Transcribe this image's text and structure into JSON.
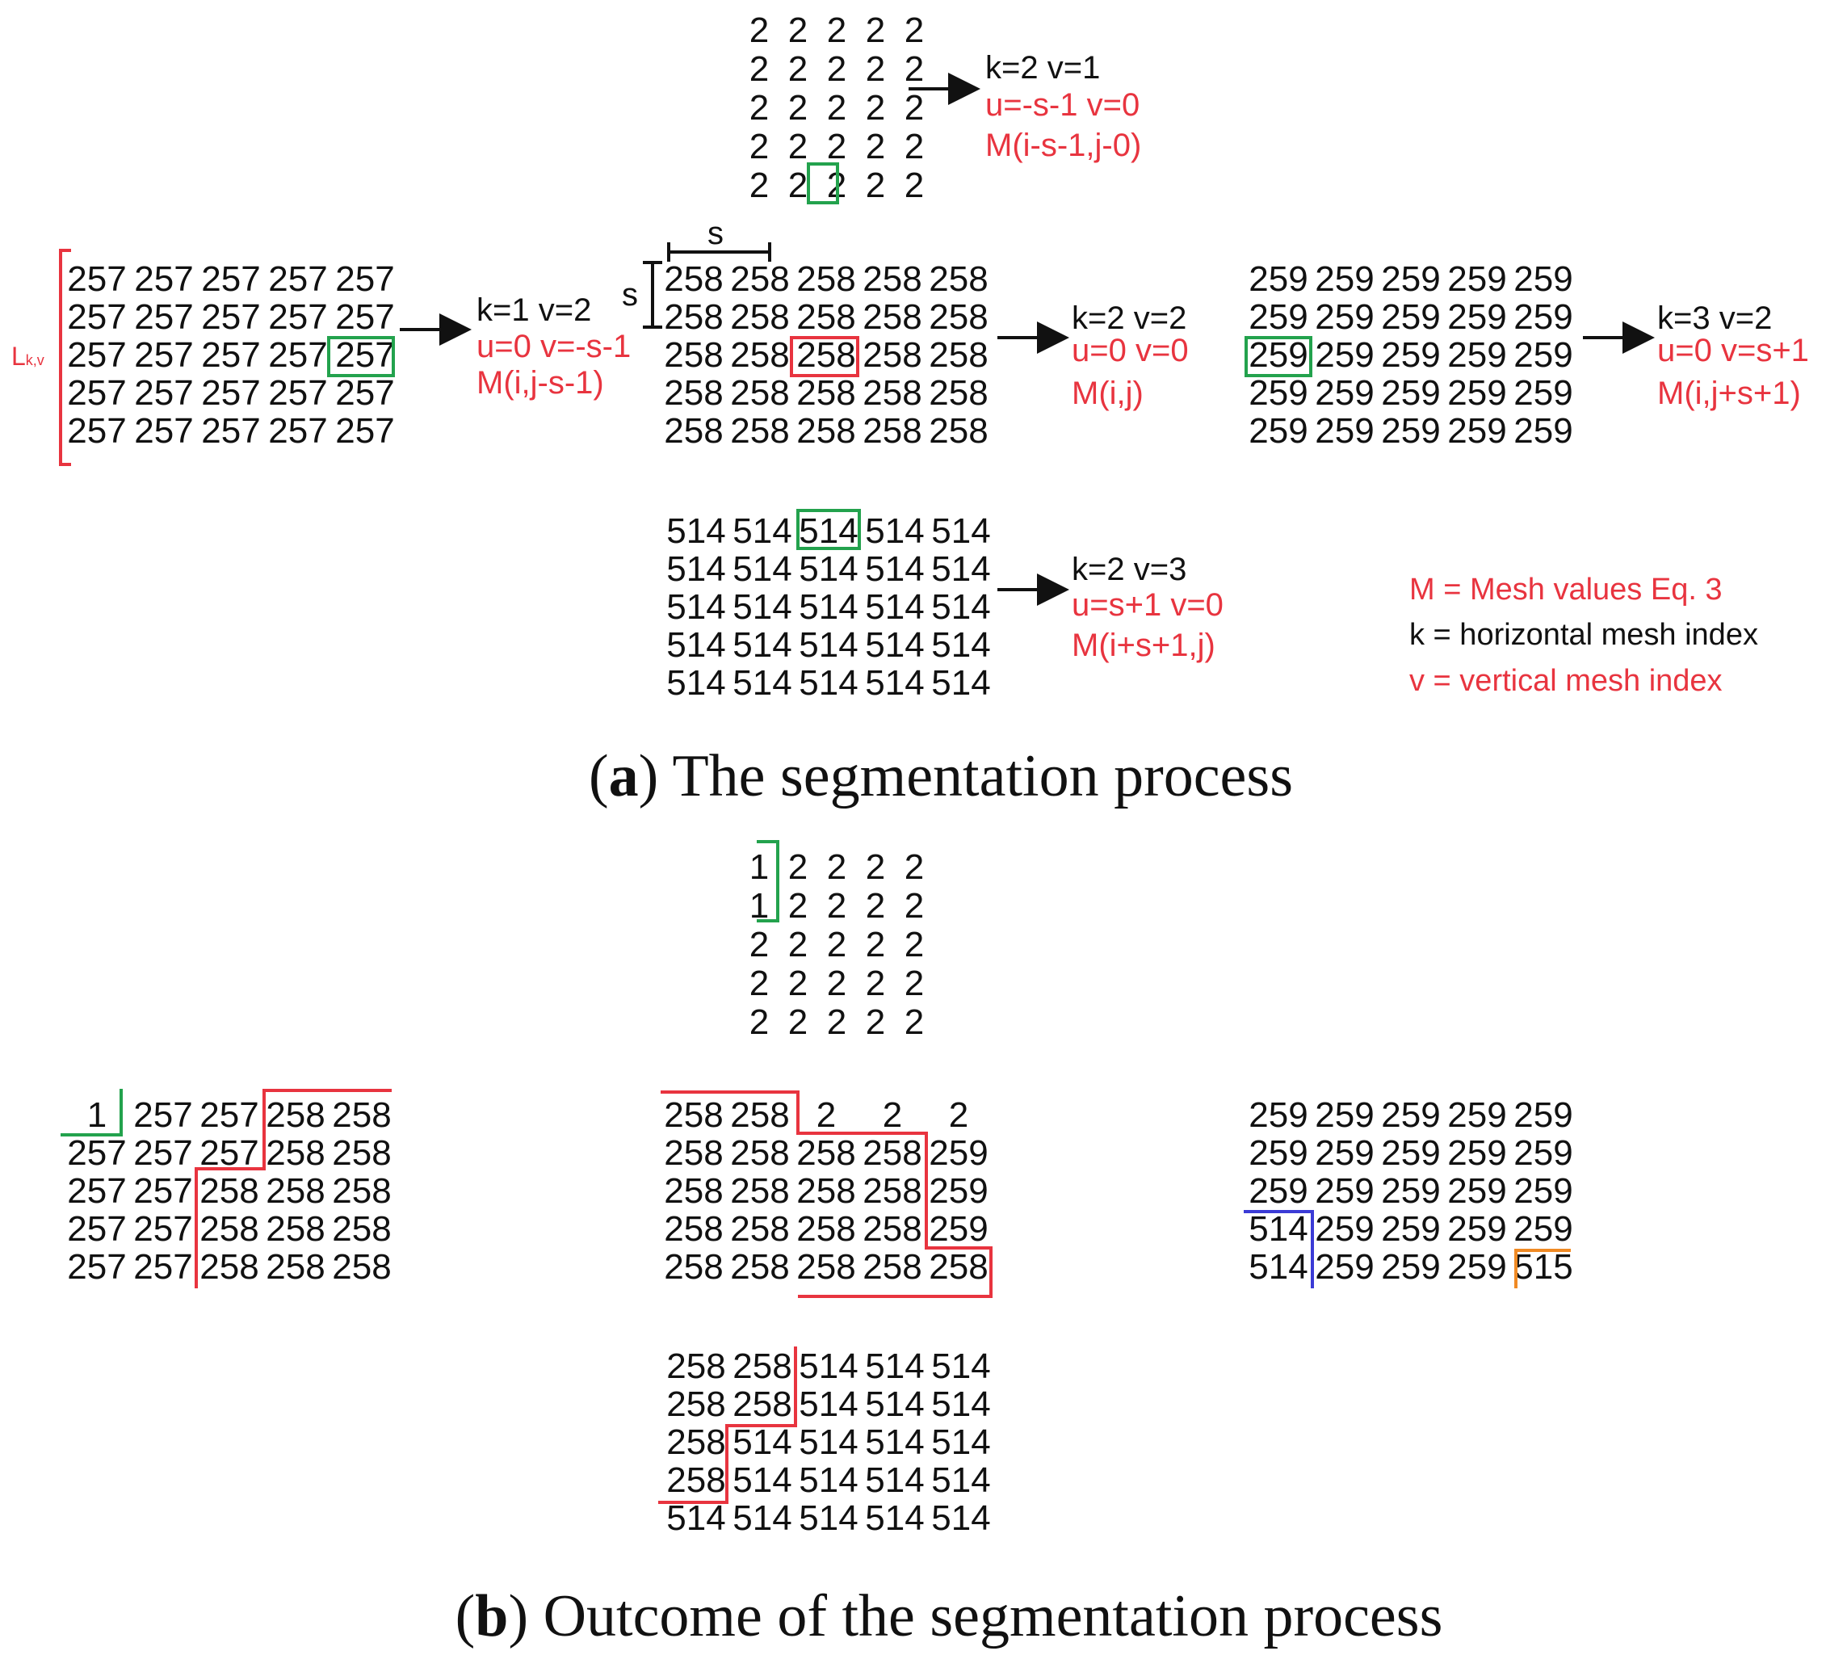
{
  "colors": {
    "red": "#e8343f",
    "green": "#23a24d",
    "blue": "#3b3bd6",
    "orange": "#f08a24",
    "black": "#111111"
  },
  "panel_a": {
    "caption_letter": "a",
    "caption_text": ") The segmentation process",
    "s_label": "s",
    "L_label_main": "L",
    "L_label_sub": "k,v",
    "grids": {
      "top": [
        [
          "2",
          "2",
          "2",
          "2",
          "2"
        ],
        [
          "2",
          "2",
          "2",
          "2",
          "2"
        ],
        [
          "2",
          "2",
          "2",
          "2",
          "2"
        ],
        [
          "2",
          "2",
          "2",
          "2",
          "2"
        ],
        [
          "2",
          "2",
          "2",
          "2",
          "2"
        ]
      ],
      "left": [
        [
          "257",
          "257",
          "257",
          "257",
          "257"
        ],
        [
          "257",
          "257",
          "257",
          "257",
          "257"
        ],
        [
          "257",
          "257",
          "257",
          "257",
          "257"
        ],
        [
          "257",
          "257",
          "257",
          "257",
          "257"
        ],
        [
          "257",
          "257",
          "257",
          "257",
          "257"
        ]
      ],
      "center": [
        [
          "258",
          "258",
          "258",
          "258",
          "258"
        ],
        [
          "258",
          "258",
          "258",
          "258",
          "258"
        ],
        [
          "258",
          "258",
          "258",
          "258",
          "258"
        ],
        [
          "258",
          "258",
          "258",
          "258",
          "258"
        ],
        [
          "258",
          "258",
          "258",
          "258",
          "258"
        ]
      ],
      "right": [
        [
          "259",
          "259",
          "259",
          "259",
          "259"
        ],
        [
          "259",
          "259",
          "259",
          "259",
          "259"
        ],
        [
          "259",
          "259",
          "259",
          "259",
          "259"
        ],
        [
          "259",
          "259",
          "259",
          "259",
          "259"
        ],
        [
          "259",
          "259",
          "259",
          "259",
          "259"
        ]
      ],
      "bottom": [
        [
          "514",
          "514",
          "514",
          "514",
          "514"
        ],
        [
          "514",
          "514",
          "514",
          "514",
          "514"
        ],
        [
          "514",
          "514",
          "514",
          "514",
          "514"
        ],
        [
          "514",
          "514",
          "514",
          "514",
          "514"
        ],
        [
          "514",
          "514",
          "514",
          "514",
          "514"
        ]
      ]
    },
    "annotations": {
      "top": {
        "kv": "k=2  v=1",
        "uv": "u=-s-1 v=0",
        "m": "M(i-s-1,j-0)"
      },
      "left": {
        "kv": "k=1 v=2",
        "uv": "u=0 v=-s-1",
        "m": "M(i,j-s-1)"
      },
      "center": {
        "kv": "k=2 v=2",
        "uv": "u=0 v=0",
        "m": "M(i,j)"
      },
      "right": {
        "kv": "k=3 v=2",
        "uv": "u=0 v=s+1",
        "m": "M(i,j+s+1)"
      },
      "bottom": {
        "kv": "k=2 v=3",
        "uv": "u=s+1 v=0",
        "m": "M(i+s+1,j)"
      }
    },
    "legend": [
      {
        "text": "M = Mesh values Eq. 3",
        "color": "red"
      },
      {
        "text": "k = horizontal mesh index",
        "color": "black"
      },
      {
        "text": "v = vertical mesh index",
        "color": "red"
      }
    ]
  },
  "panel_b": {
    "caption_letter": "b",
    "caption_text": ") Outcome of the segmentation process",
    "grids": {
      "top": [
        [
          "1",
          "2",
          "2",
          "2",
          "2"
        ],
        [
          "1",
          "2",
          "2",
          "2",
          "2"
        ],
        [
          "2",
          "2",
          "2",
          "2",
          "2"
        ],
        [
          "2",
          "2",
          "2",
          "2",
          "2"
        ],
        [
          "2",
          "2",
          "2",
          "2",
          "2"
        ]
      ],
      "left": [
        [
          "1",
          "257",
          "257",
          "258",
          "258"
        ],
        [
          "257",
          "257",
          "257",
          "258",
          "258"
        ],
        [
          "257",
          "257",
          "258",
          "258",
          "258"
        ],
        [
          "257",
          "257",
          "258",
          "258",
          "258"
        ],
        [
          "257",
          "257",
          "258",
          "258",
          "258"
        ]
      ],
      "center": [
        [
          "258",
          "258",
          "2",
          "2",
          "2"
        ],
        [
          "258",
          "258",
          "258",
          "258",
          "259"
        ],
        [
          "258",
          "258",
          "258",
          "258",
          "259"
        ],
        [
          "258",
          "258",
          "258",
          "258",
          "259"
        ],
        [
          "258",
          "258",
          "258",
          "258",
          "258"
        ]
      ],
      "right": [
        [
          "259",
          "259",
          "259",
          "259",
          "259"
        ],
        [
          "259",
          "259",
          "259",
          "259",
          "259"
        ],
        [
          "259",
          "259",
          "259",
          "259",
          "259"
        ],
        [
          "514",
          "259",
          "259",
          "259",
          "259"
        ],
        [
          "514",
          "259",
          "259",
          "259",
          "515"
        ]
      ],
      "bottom": [
        [
          "258",
          "258",
          "514",
          "514",
          "514"
        ],
        [
          "258",
          "258",
          "514",
          "514",
          "514"
        ],
        [
          "258",
          "514",
          "514",
          "514",
          "514"
        ],
        [
          "258",
          "514",
          "514",
          "514",
          "514"
        ],
        [
          "514",
          "514",
          "514",
          "514",
          "514"
        ]
      ]
    }
  }
}
